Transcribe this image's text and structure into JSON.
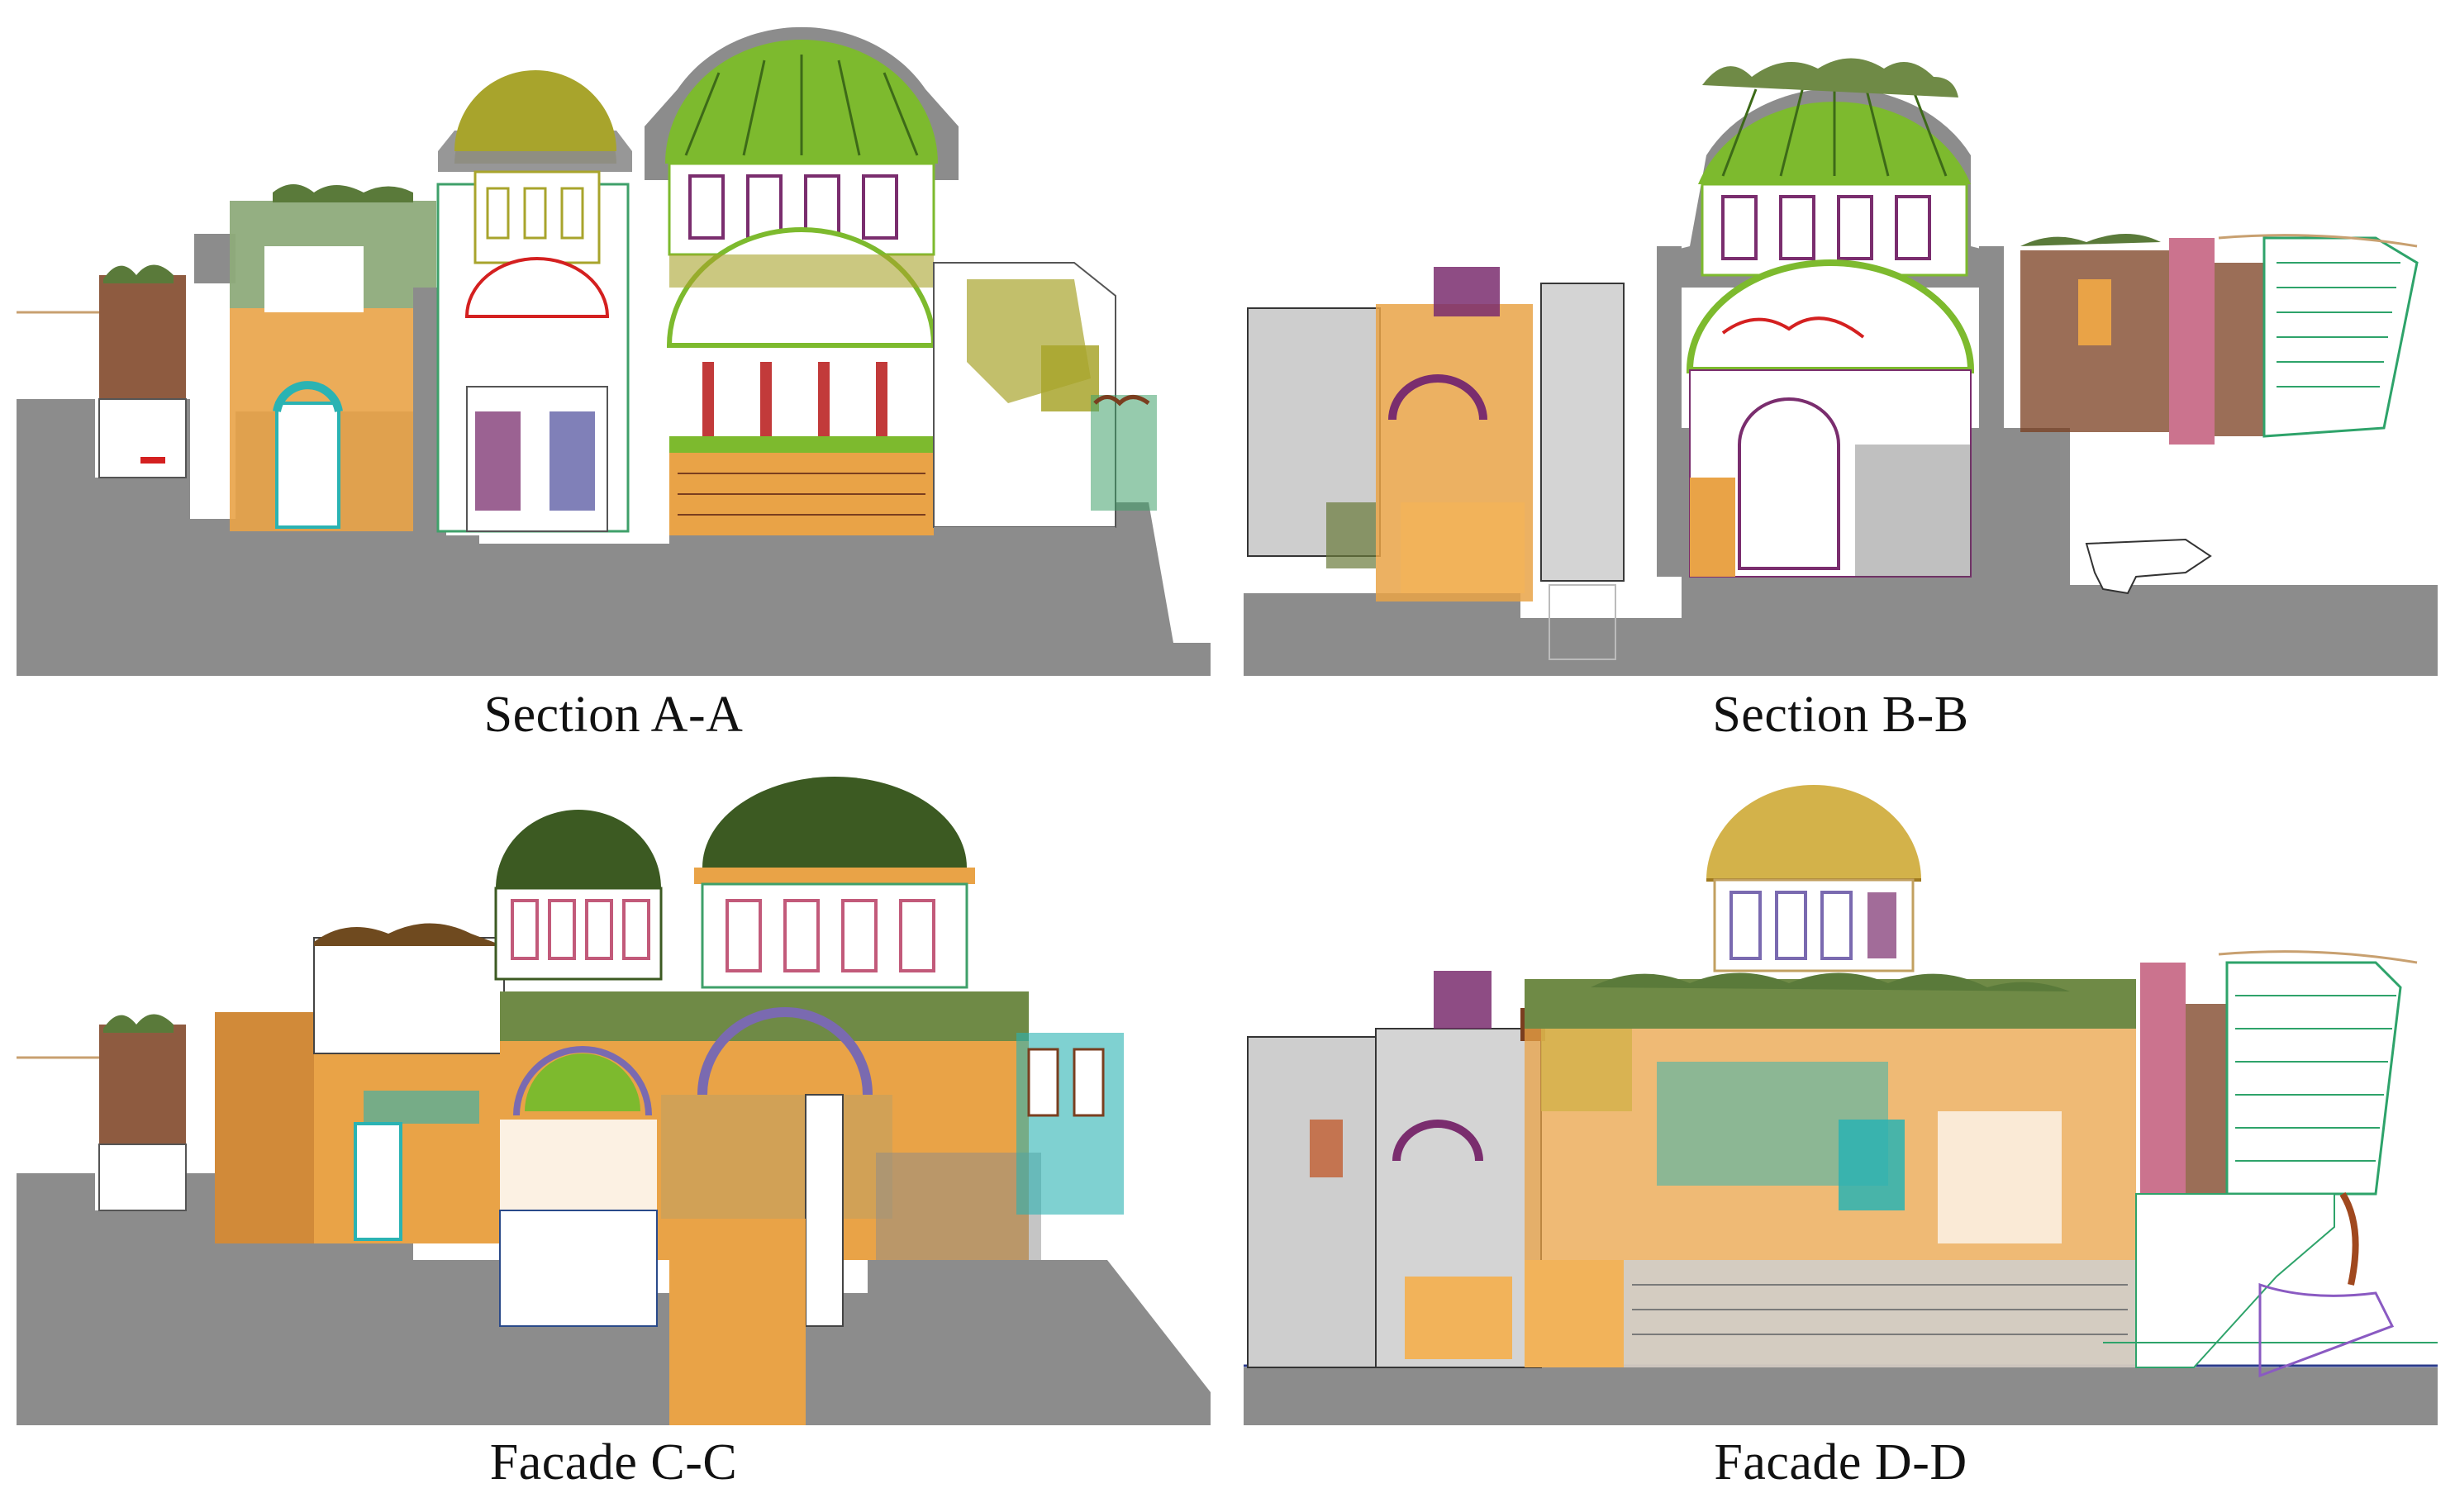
{
  "panels": [
    {
      "id": "section-a-a",
      "label": "Section A-A"
    },
    {
      "id": "section-b-b",
      "label": "Section B-B"
    },
    {
      "id": "facade-c-c",
      "label": "Facade C-C"
    },
    {
      "id": "facade-d-d",
      "label": "Facade D-D"
    }
  ],
  "colors": {
    "ground": "#8c8c8c",
    "dome_green": "#7dba2e",
    "olive": "#a8a42c",
    "stone_orange": "#e9a347",
    "brick_brown": "#7a3e1f",
    "masonry_teal": "#2ab3b3",
    "purple": "#7a2d6e",
    "red_mark": "#d42020",
    "dark_green_dome": "#3c5a22",
    "golden_dome": "#d3b24a"
  }
}
